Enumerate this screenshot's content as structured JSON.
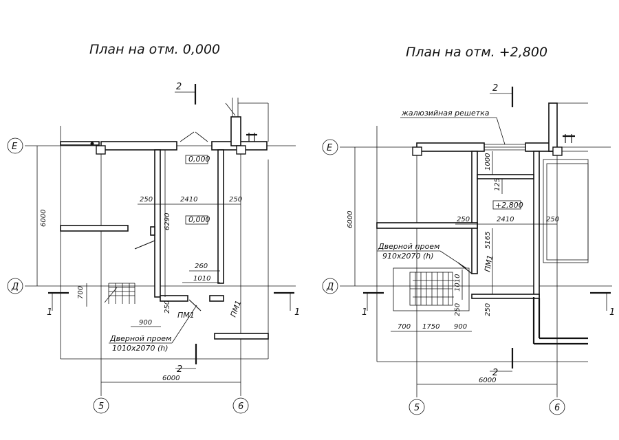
{
  "left_plan": {
    "title": "План на отм. 0,000",
    "level_mark_1": "0,000",
    "level_mark_2": "0,000",
    "dims": {
      "d250_left": "250",
      "d2410": "2410",
      "d250_right": "250",
      "d6290": "6290",
      "d260": "260",
      "d1010": "1010",
      "d700": "700",
      "d900": "900",
      "d250_bottom": "250",
      "d6000_side": "6000",
      "d6000_bottom": "6000"
    },
    "labels": {
      "pm1_a": "ПМ1",
      "pm1_b": "ПМ1",
      "door_title": "Дверной проем",
      "door_size": "1010х2070 (h)"
    }
  },
  "right_plan": {
    "title": "План на отм. +2,800",
    "level_mark": "+2,800",
    "dims": {
      "d1000": "1000",
      "d125": "125",
      "d250_left": "250",
      "d2410": "2410",
      "d250_right": "250",
      "d5165": "5165",
      "d1010": "1010",
      "d250_a": "250",
      "d250_b": "250",
      "d700": "700",
      "d1750": "1750",
      "d900": "900",
      "d6000_side": "6000",
      "d6000_bottom": "6000"
    },
    "labels": {
      "grille": "жалюзийная решетка",
      "door_title": "Дверной проем",
      "door_size": "910х2070 (h)",
      "pm1": "ПМ1"
    }
  },
  "axes": {
    "e": "Е",
    "d": "Д",
    "five": "5",
    "six": "6"
  },
  "sections": {
    "two": "2",
    "one": "1"
  }
}
